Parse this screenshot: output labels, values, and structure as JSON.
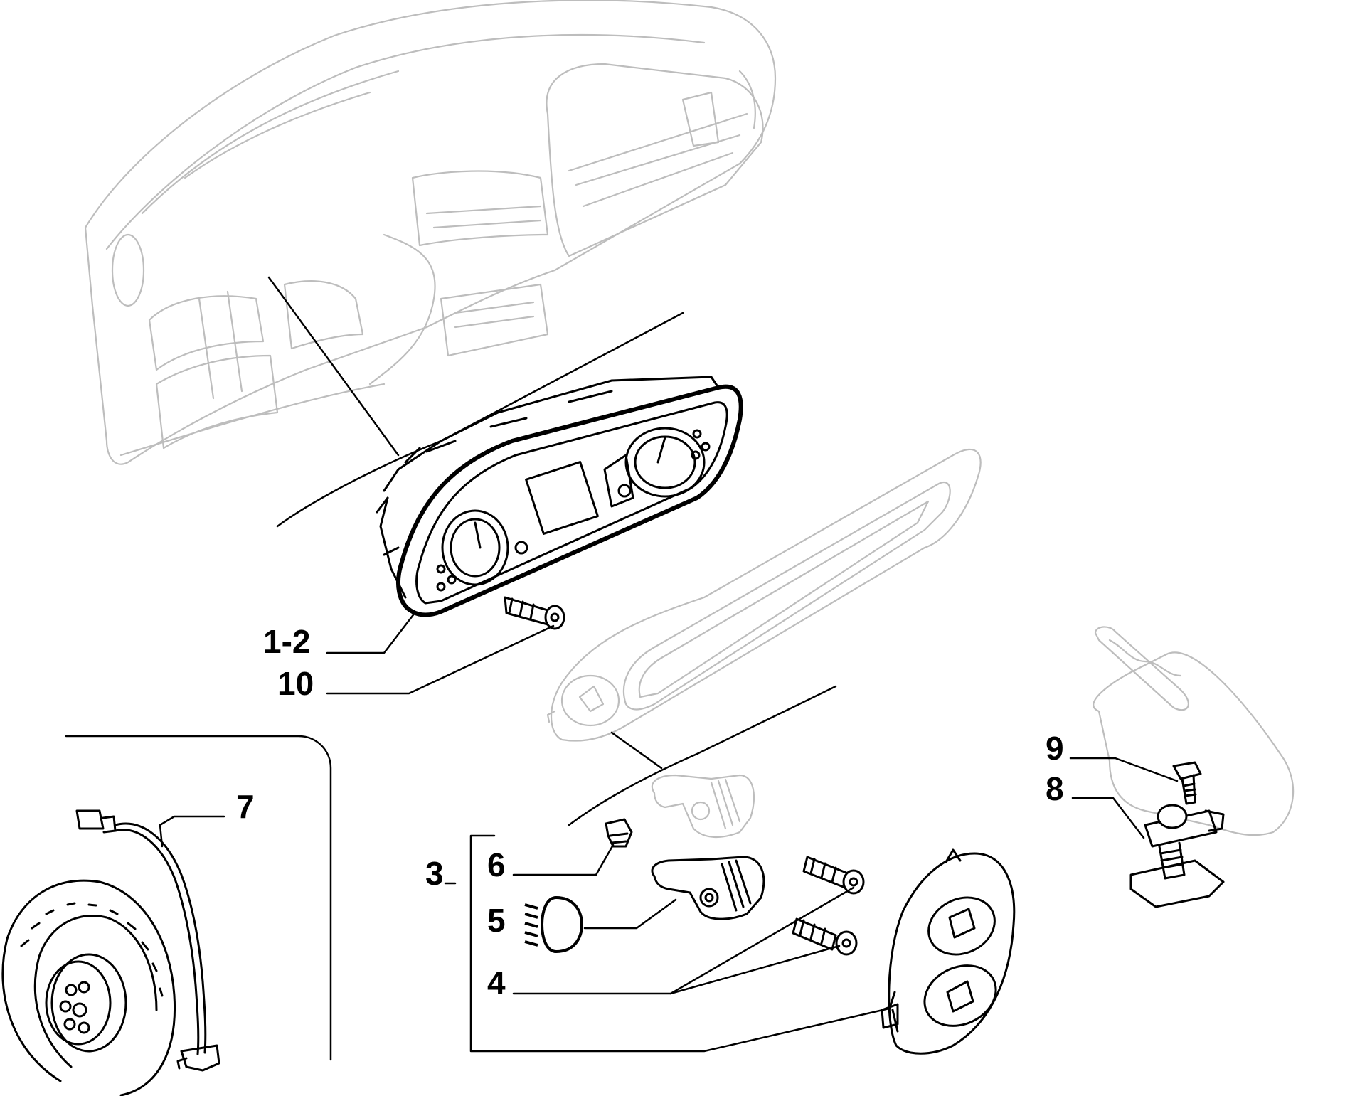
{
  "callouts": {
    "c1_2": "1-2",
    "c10": "10",
    "c7": "7",
    "c9": "9",
    "c8": "8",
    "c6": "6",
    "c5": "5",
    "c3": "3",
    "c4": "4"
  },
  "colors": {
    "line": "#000000",
    "faint_outline": "#bdbdbd",
    "background": "#ffffff"
  },
  "icons": [
    "low-beam-headlight-icon"
  ]
}
